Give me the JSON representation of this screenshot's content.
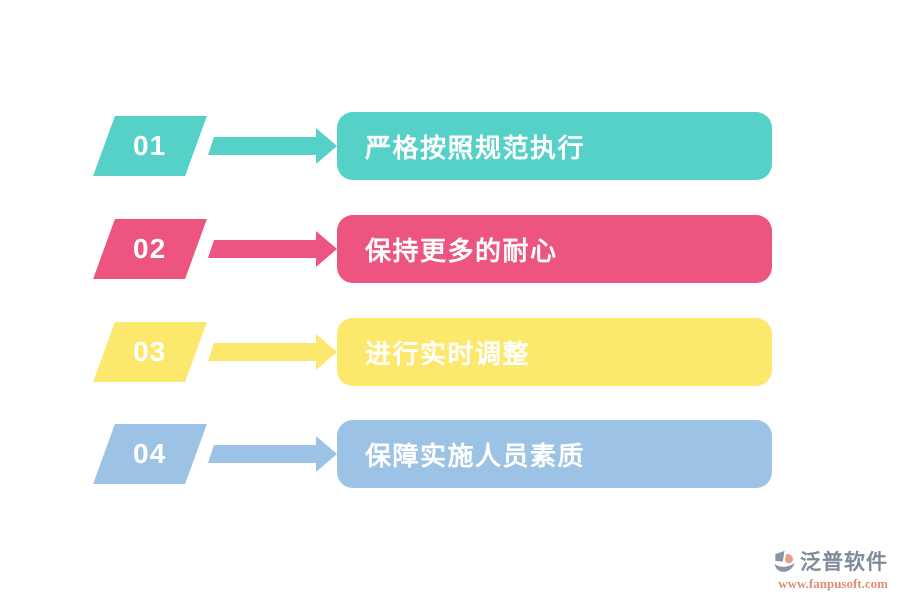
{
  "canvas": {
    "background": "#ffffff"
  },
  "steps": [
    {
      "number": "01",
      "label": "严格按照规范执行",
      "color": "#55d1c7"
    },
    {
      "number": "02",
      "label": "保持更多的耐心",
      "color": "#ee5480"
    },
    {
      "number": "03",
      "label": "进行实时调整",
      "color": "#fce86c"
    },
    {
      "number": "04",
      "label": "保障实施人员素质",
      "color": "#9cc3e5"
    }
  ],
  "watermark": {
    "brand": "泛普软件",
    "url": "www.fanpusoft.com",
    "brand_color": "#7f8a9c",
    "url_color": "#dd8e74",
    "icon_gray": "#8b95a6",
    "icon_salmon": "#e8a183"
  }
}
